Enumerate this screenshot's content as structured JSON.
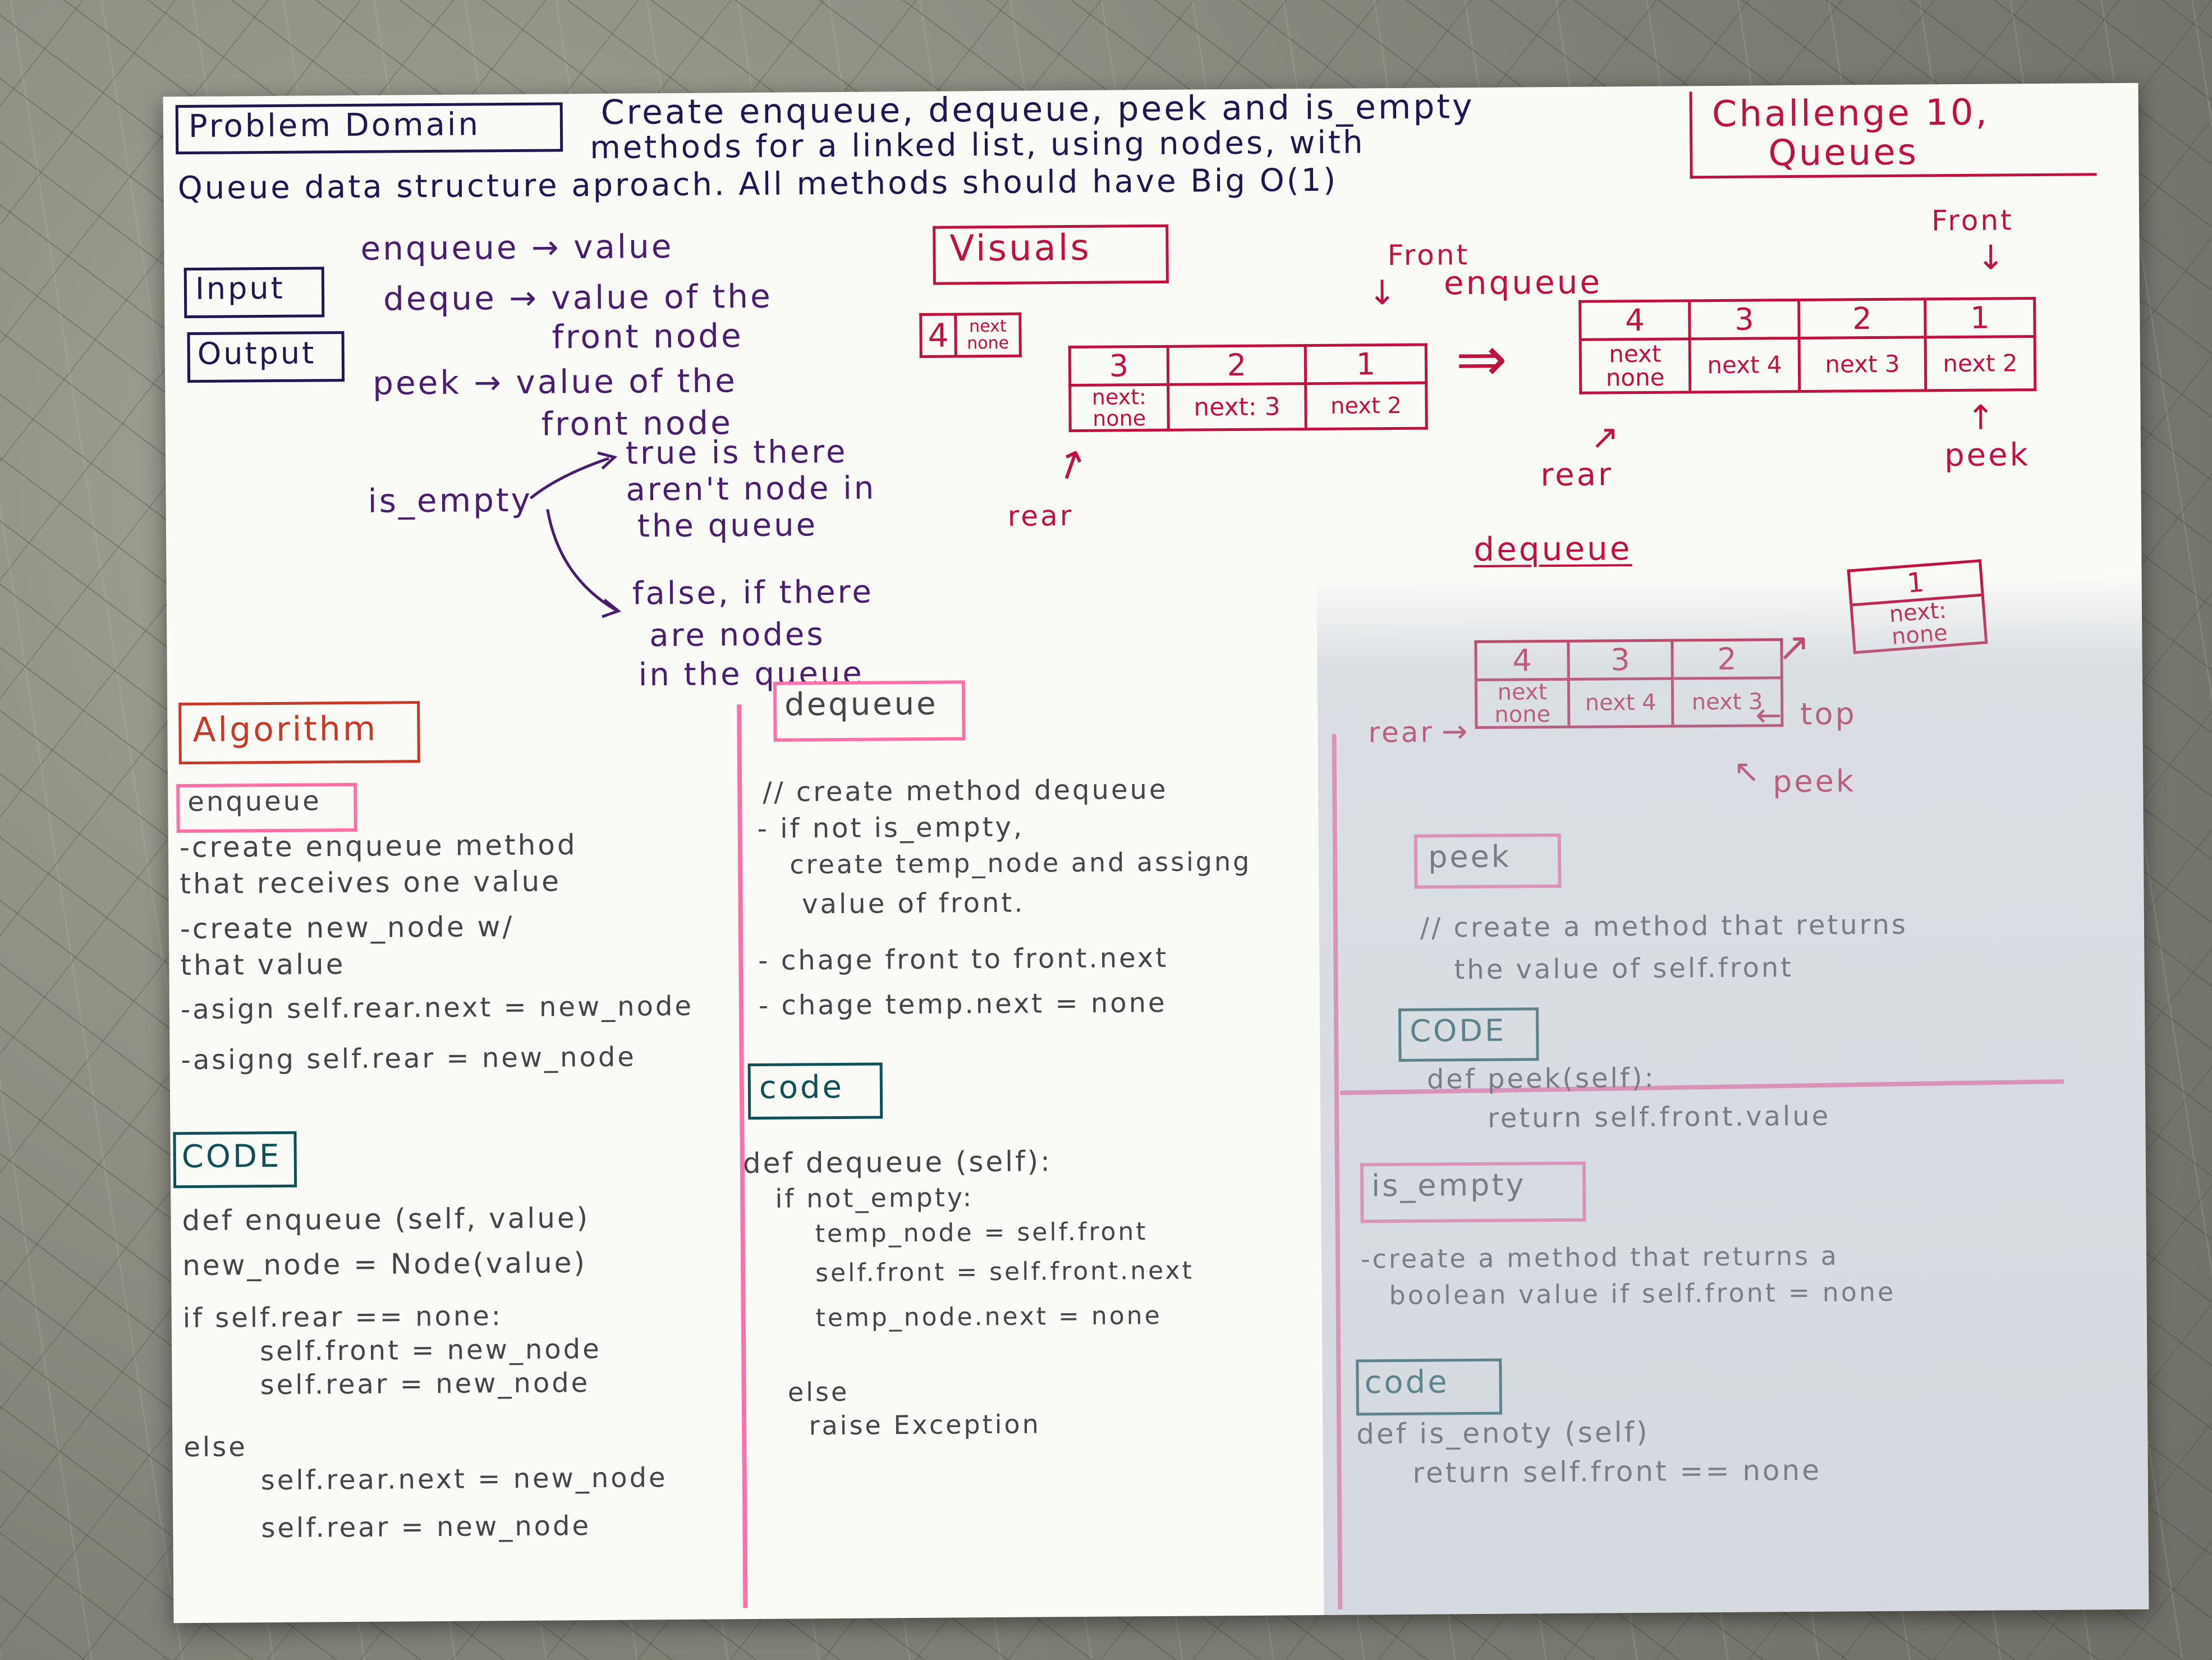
{
  "header": {
    "problem_domain_label": "Problem Domain",
    "description_line1": "Create enqueue, dequeue, peek and is_empty",
    "description_line2": "methods for a linked list, using nodes, with",
    "description_line3": "Queue data structure aproach. All methods should have Big O(1)",
    "challenge_line1": "Challenge 10,",
    "challenge_line2": "Queues"
  },
  "io": {
    "input_label": "Input",
    "output_label": "Output",
    "enqueue_line": "enqueue → value",
    "deque_line1": "deque → value of the",
    "deque_line2": "front node",
    "peek_line1": "peek → value of the",
    "peek_line2": "front node",
    "is_empty_label": "is_empty",
    "true_line1": "true is there",
    "true_line2": "aren't node in",
    "true_line3": "the queue",
    "false_line1": "false, if there",
    "false_line2": "are nodes",
    "false_line3": "in the queue"
  },
  "visuals": {
    "title": "Visuals",
    "single_node_value": "4",
    "single_node_next": "next none",
    "first_queue": {
      "values": [
        "3",
        "2",
        "1"
      ],
      "nexts": [
        "next: none",
        "next: 3",
        "next 2"
      ],
      "front_label": "Front",
      "rear_label": "rear"
    },
    "enqueue_label": "enqueue",
    "second_queue": {
      "values": [
        "4",
        "3",
        "2",
        "1"
      ],
      "nexts": [
        "next none",
        "next 4",
        "next 3",
        "next 2"
      ],
      "front_label": "Front",
      "rear_label": "rear",
      "peek_label": "peek"
    },
    "dequeue_label": "dequeue",
    "removed_node": {
      "value": "1",
      "next": "next: none"
    },
    "third_queue": {
      "values": [
        "4",
        "3",
        "2"
      ],
      "nexts": [
        "next none",
        "next 4",
        "next 3"
      ],
      "rear_label": "rear",
      "top_label": "top",
      "peek_label": "peek"
    }
  },
  "algorithm": {
    "title": "Algorithm",
    "enqueue": {
      "label": "enqueue",
      "steps": [
        "-create enqueue method",
        "that receives one value",
        "-create new_node w/",
        "that value",
        "-asign self.rear.next = new_node",
        "-asigng self.rear = new_node"
      ],
      "code_label": "CODE",
      "code": [
        "def enqueue (self, value)",
        "new_node = Node(value)",
        "if self.rear == none:",
        "    self.front = new_node",
        "    self.rear = new_node",
        "else",
        "    self.rear.next = new_node",
        "    self.rear = new_node"
      ]
    },
    "dequeue": {
      "label": "dequeue",
      "steps": [
        "// create method dequeue",
        "- if not is_empty,",
        "  create temp_node and assigng",
        "  value of front.",
        "- chage front to front.next",
        "- chage temp.next = none"
      ],
      "code_label": "code",
      "code": [
        "def dequeue (self):",
        "  if not_empty:",
        "      temp_node = self.front",
        "      self.front = self.front.next",
        "      temp_node.next = none",
        "  else",
        "    raise Exception"
      ]
    },
    "peek": {
      "label": "peek",
      "steps": [
        "// create a method that returns",
        "the value of self.front"
      ],
      "code_label": "CODE",
      "code": [
        "def peek(self):",
        "   return self.front.value"
      ]
    },
    "is_empty": {
      "label": "is_empty",
      "steps": [
        "-create a method that returns a",
        "boolean value if self.front = none"
      ],
      "code_label": "code",
      "code": [
        "def is_enoty (self)",
        "   return self.front == none"
      ]
    }
  },
  "colors": {
    "navy": "#1e1850",
    "crimson": "#c0123e",
    "pink_divider": "#ff6fa8",
    "teal": "#0f4f57",
    "pencil_gray": "#46434a"
  }
}
